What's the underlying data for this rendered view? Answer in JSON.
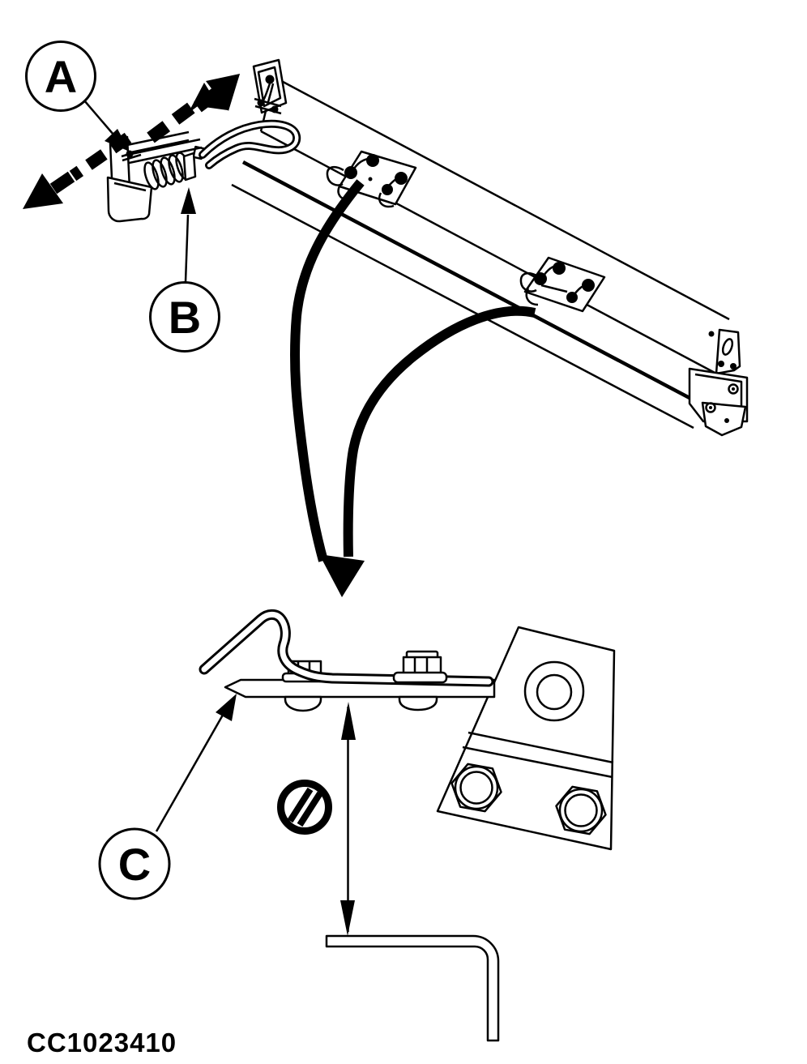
{
  "figure": {
    "background_color": "#ffffff",
    "line_color": "#000000",
    "code": "CC1023410",
    "callouts": {
      "a": "A",
      "b": "B",
      "c": "C"
    },
    "symbols": {
      "parallelism": "parallelism-symbol"
    }
  }
}
